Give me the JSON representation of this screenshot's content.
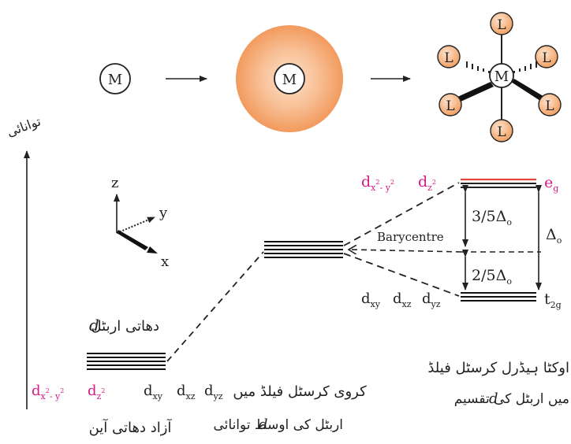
{
  "colors": {
    "orb_fill": "#f4a46b",
    "ligand_fill": "#f6b07e",
    "magenta": "#d81b8a",
    "eg_level": "#e0453a",
    "ink": "#222222"
  },
  "metal_label": "M",
  "ligand_label": "L",
  "energy_axis_label": "توانائی",
  "axes": {
    "z": "z",
    "y": "y",
    "x": "x"
  },
  "free_ion": {
    "d_orbital_caption": "دھاتی اربٹل",
    "d_symbol": "d",
    "orbitals": {
      "x2y2_d": "d",
      "x2y2_sub_x": "x",
      "x2y2_sup_2a": "2",
      "x2y2_minus": "- y",
      "x2y2_sup_2b": "2",
      "z2_d": "d",
      "z2_sub": "z",
      "z2_sup": "2",
      "xy_d": "d",
      "xy_sub": "xy",
      "xz_d": "d",
      "xz_sub": "xz",
      "yz_d": "d",
      "yz_sub": "yz"
    },
    "caption": "آزاد دھاتی آین"
  },
  "spherical": {
    "caption_line1": "کروی کرسٹل فیلڈ میں",
    "caption_line2_prefix": "d",
    "caption_line2": "اربٹل کی اوسط توانائی"
  },
  "octahedral": {
    "barycentre": "Barycentre",
    "upper_split": "3/5Δ",
    "upper_sub": "o",
    "lower_split": "2/5Δ",
    "lower_sub": "o",
    "delta": "Δ",
    "delta_sub": "o",
    "eg": "e",
    "eg_sub": "g",
    "t2g": "t",
    "t2g_sub": "2g",
    "eg_orbitals": {
      "x2y2_d": "d",
      "x2y2_sub_x": "x",
      "x2y2_sup_2a": "2",
      "x2y2_minus": "- y",
      "x2y2_sup_2b": "2",
      "z2_d": "d",
      "z2_sub": "z",
      "z2_sup": "2"
    },
    "t2g_orbitals": {
      "xy_d": "d",
      "xy_sub": "xy",
      "xz_d": "d",
      "xz_sub": "xz",
      "yz_d": "d",
      "yz_sub": "yz"
    },
    "caption_line1": "اوکٹا ہیڈرل کرسٹل فیلڈ",
    "caption_line2_prefix": "d",
    "caption_line2": "میں اربٹل کی تقسیم"
  }
}
